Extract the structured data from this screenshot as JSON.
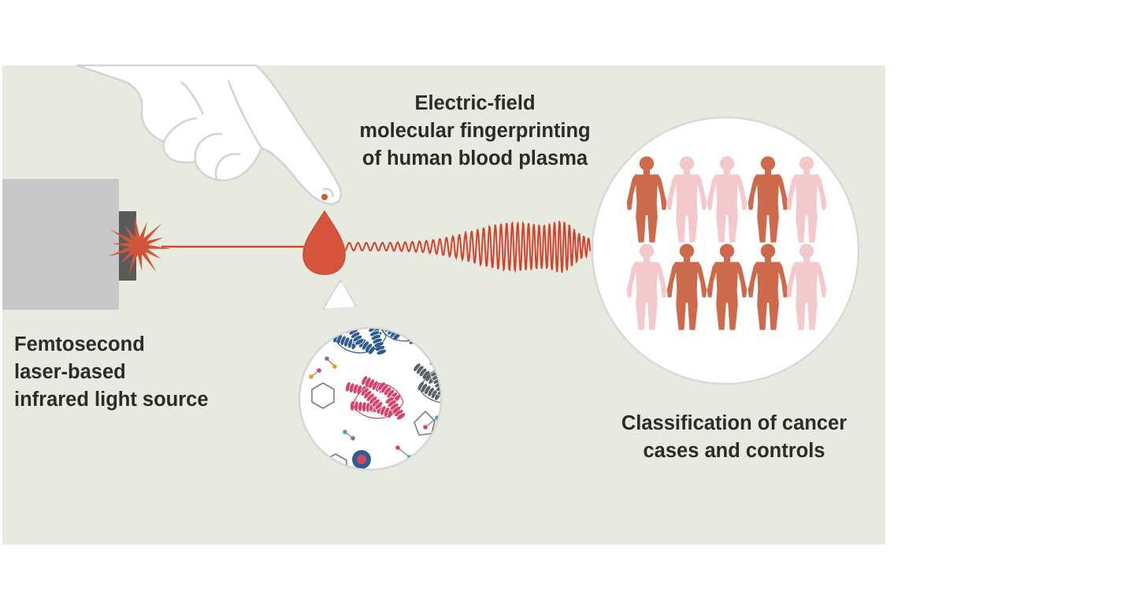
{
  "diagram": {
    "labels": {
      "fingerprinting": "Electric-field\nmolecular fingerprinting\nof human blood plasma",
      "laser": "Femtosecond\nlaser-based\ninfrared light source",
      "classification": "Classification of cancer\ncases and controls"
    },
    "people_rows": [
      [
        "case",
        "control",
        "control",
        "case",
        "control"
      ],
      [
        "control",
        "case",
        "case",
        "case",
        "control"
      ]
    ],
    "colors": {
      "background": "#e7ebdf",
      "accent_red": "#d2553a",
      "laser_beam": "#cf4a33",
      "case_person": "#cd6a4b",
      "control_person": "#f3c9cc",
      "protein_blue": "#2f5d8f",
      "protein_pink": "#d8436a",
      "protein_gray": "#5d6268",
      "device_gray": "#c8c8c8"
    },
    "icons": [
      "pointing-hand-icon",
      "blood-drop-icon",
      "laser-source-icon",
      "starburst-icon",
      "human-figure-icon",
      "protein-molecule-icon",
      "hexagon-molecule-icon"
    ]
  }
}
